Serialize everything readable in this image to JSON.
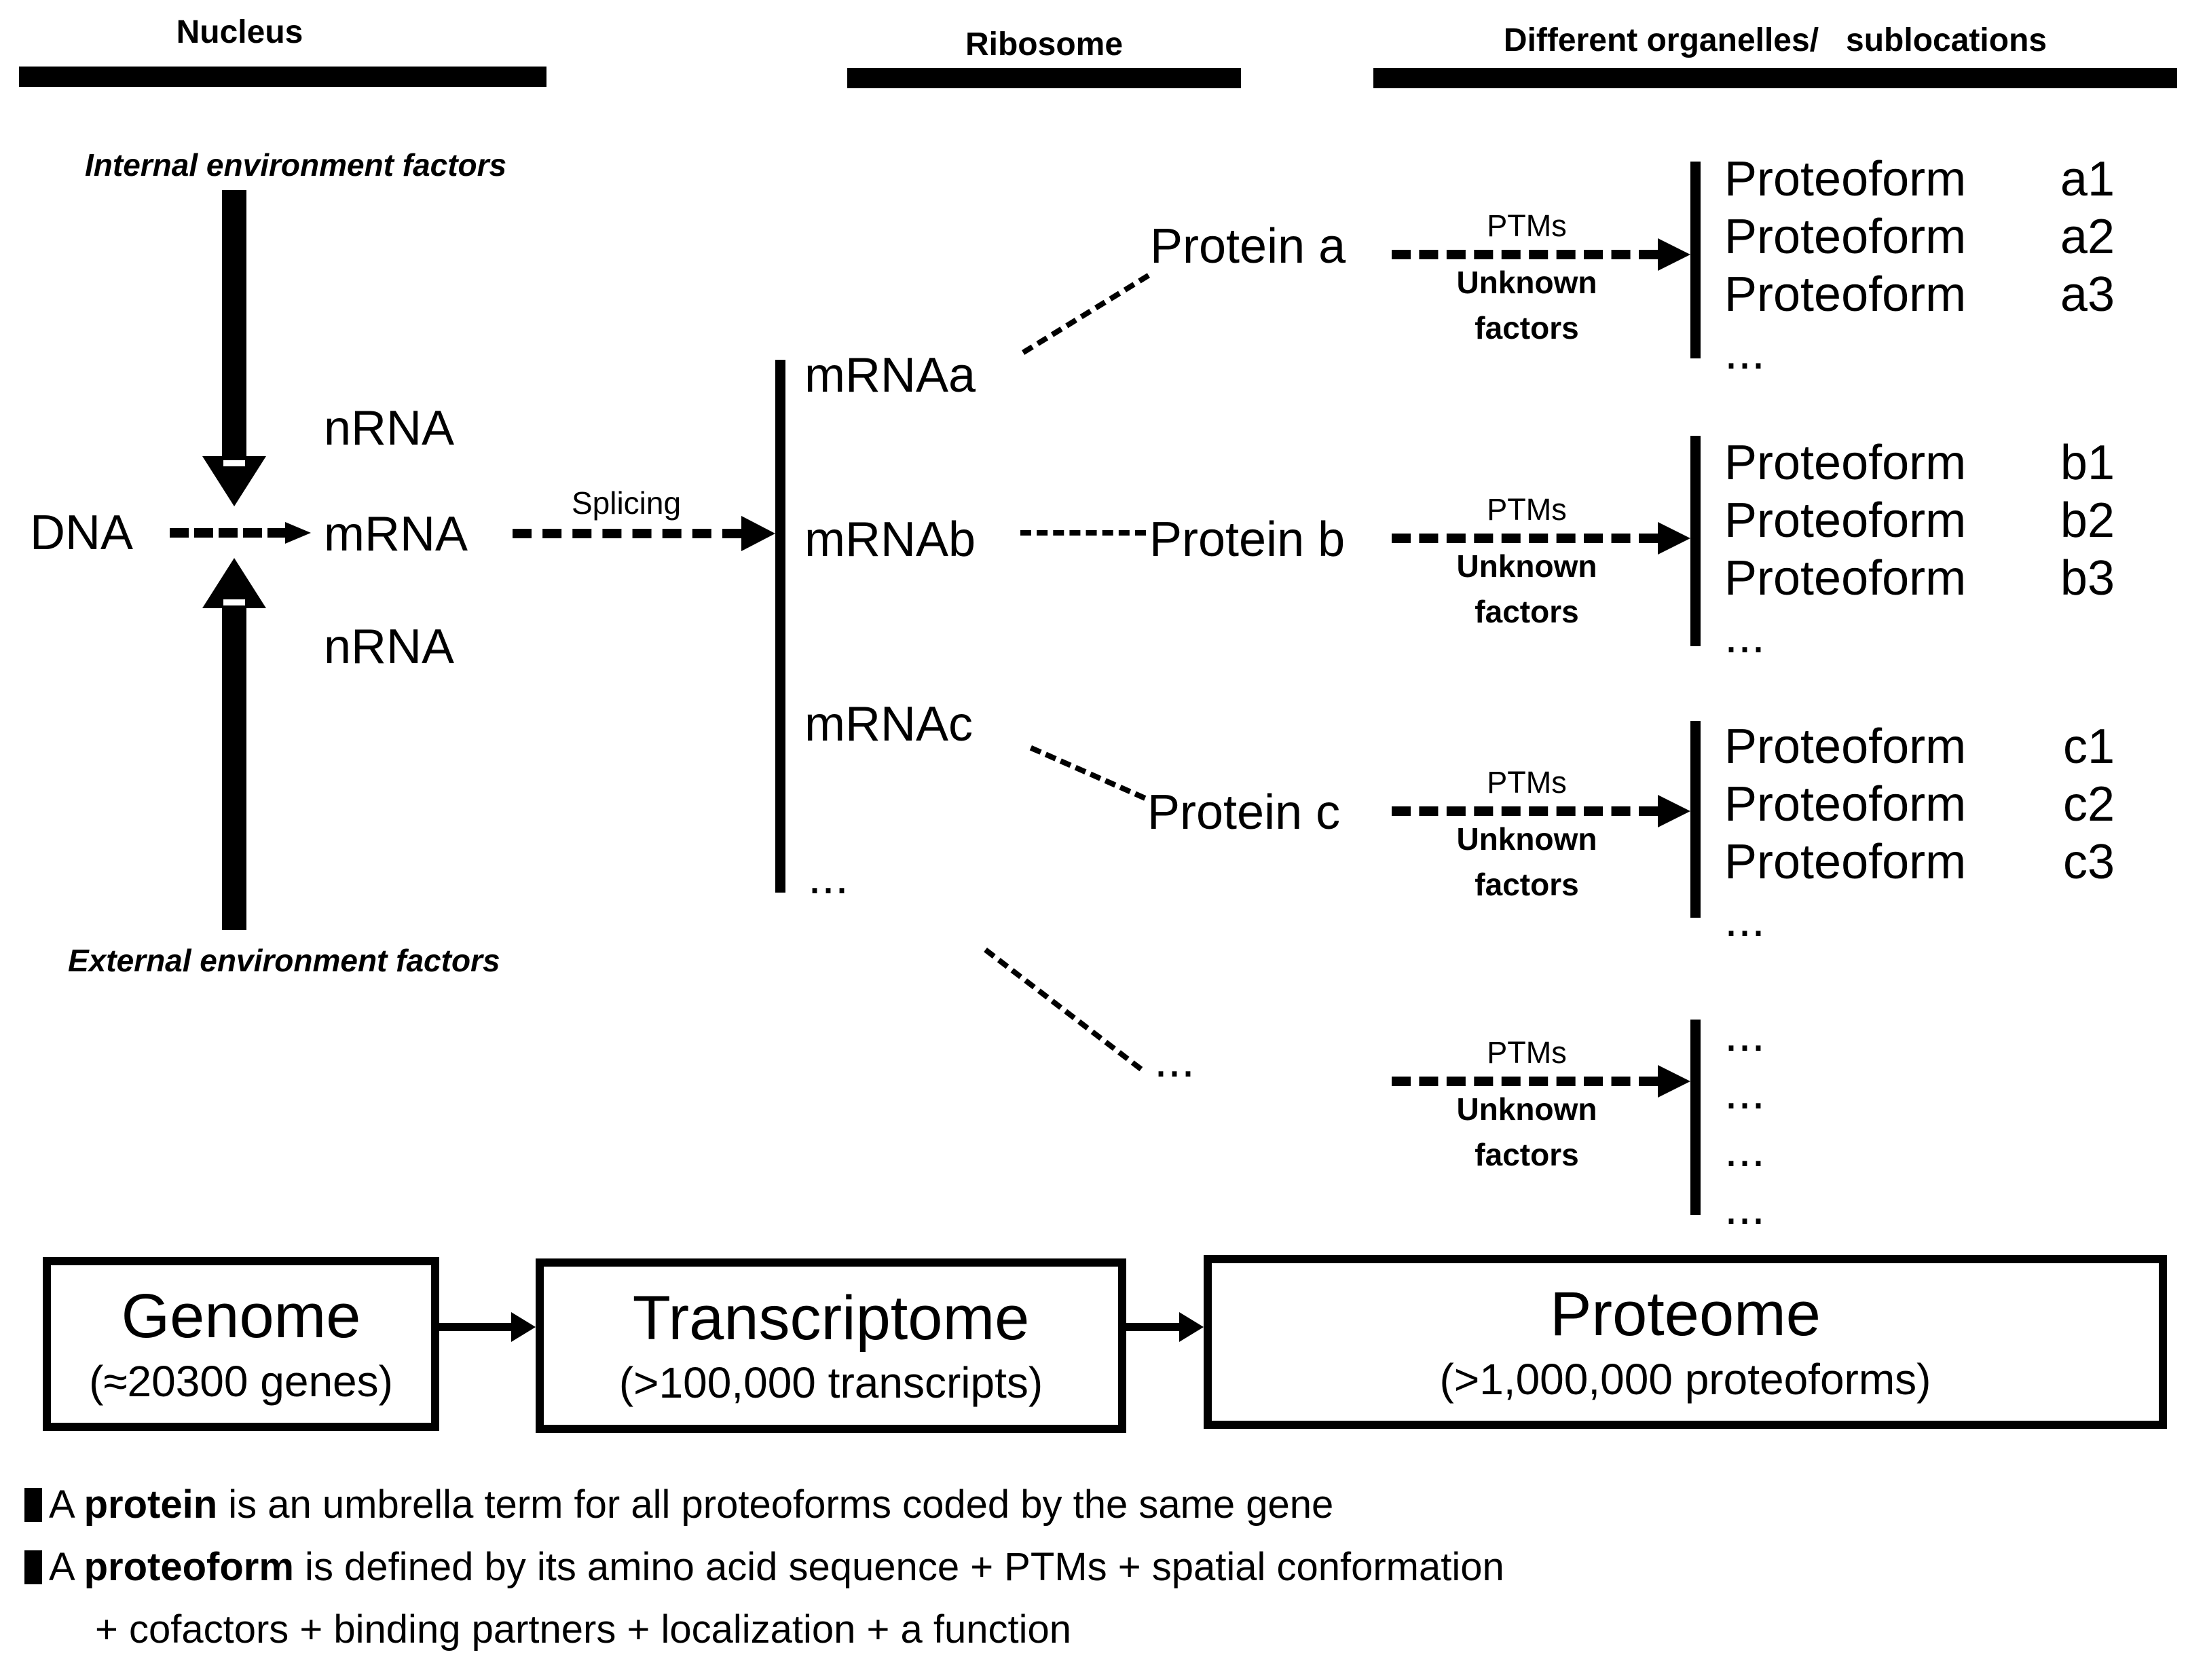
{
  "colors": {
    "ink": "#000000",
    "bg": "#ffffff"
  },
  "headers": {
    "nucleus": "Nucleus",
    "ribosome": "Ribosome",
    "organelles": "Different organelles/   sublocations"
  },
  "left": {
    "internal_factors": "Internal environment factors",
    "external_factors": "External environment factors",
    "nrna_top": "nRNA",
    "nrna_bottom": "nRNA",
    "dna": "DNA",
    "mrna": "mRNA",
    "splicing_label": "Splicing"
  },
  "transcripts": {
    "items": [
      "mRNAa",
      "mRNAb",
      "mRNAc"
    ],
    "ellipsis": "..."
  },
  "proteins": {
    "a": "Protein a",
    "b": "Protein b",
    "c": "Protein c",
    "d_ellipsis": "..."
  },
  "groups": [
    {
      "ptms": "PTMs",
      "unknown": "Unknown",
      "factors": "factors",
      "proteoforms": [
        {
          "name": "Proteoform",
          "id": "a1"
        },
        {
          "name": "Proteoform",
          "id": "a2"
        },
        {
          "name": "Proteoform",
          "id": "a3"
        }
      ],
      "more": "..."
    },
    {
      "ptms": "PTMs",
      "unknown": "Unknown",
      "factors": "factors",
      "proteoforms": [
        {
          "name": "Proteoform",
          "id": "b1"
        },
        {
          "name": "Proteoform",
          "id": "b2"
        },
        {
          "name": "Proteoform",
          "id": "b3"
        }
      ],
      "more": "..."
    },
    {
      "ptms": "PTMs",
      "unknown": "Unknown",
      "factors": "factors",
      "proteoforms": [
        {
          "name": "Proteoform",
          "id": "c1"
        },
        {
          "name": "Proteoform",
          "id": "c2"
        },
        {
          "name": "Proteoform",
          "id": "c3"
        }
      ],
      "more": "..."
    },
    {
      "ptms": "PTMs",
      "unknown": "Unknown",
      "factors": "factors",
      "items": [
        "...",
        "...",
        "...",
        "..."
      ]
    }
  ],
  "pipeline": {
    "genome": {
      "title": "Genome",
      "subtitle": "(≈20300 genes)"
    },
    "transcriptome": {
      "title": "Transcriptome",
      "subtitle": "(>100,000 transcripts)"
    },
    "proteome": {
      "title": "Proteome",
      "subtitle": "(>1,000,000 proteoforms)"
    }
  },
  "notes": [
    {
      "pre": "A ",
      "bold": "protein",
      "rest": " is an umbrella term for all proteoforms coded by the same gene"
    },
    {
      "pre": "A ",
      "bold": "proteoform",
      "rest": " is defined by its amino acid sequence + PTMs + spatial conformation"
    },
    {
      "pre": "+ cofactors + binding partners + localization + a function",
      "bold": "",
      "rest": ""
    }
  ]
}
